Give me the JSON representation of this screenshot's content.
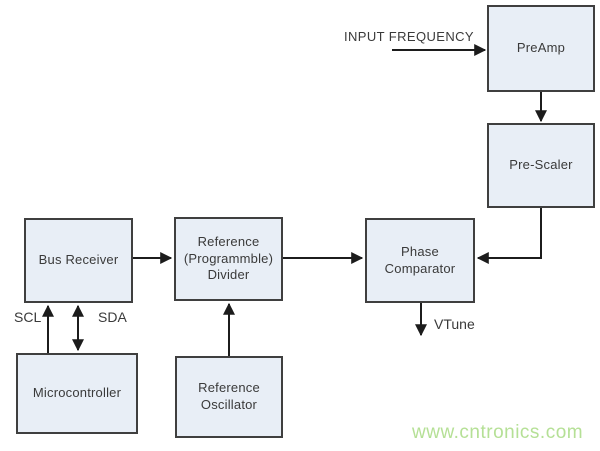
{
  "nodes": {
    "preamp": {
      "label": "PreAmp"
    },
    "prescaler": {
      "label": "Pre-Scaler"
    },
    "phase_comparator": {
      "label": "Phase\nComparator"
    },
    "reference_divider": {
      "label": "Reference\n(Programmble)\nDivider"
    },
    "bus_receiver": {
      "label": "Bus Receiver"
    },
    "microcontroller": {
      "label": "Microcontroller"
    },
    "reference_oscillator": {
      "label": "Reference\nOscillator"
    }
  },
  "labels": {
    "input_frequency": "INPUT FREQUENCY",
    "scl": "SCL",
    "sda": "SDA",
    "vtune": "VTune"
  },
  "watermark": {
    "text": "www.cntronics.com"
  },
  "colors": {
    "node_fill": "#e8eef6",
    "node_border": "#3f3f3f",
    "label_text": "#3a3a3a",
    "arrow": "#1c1c1c",
    "watermark": "#b5e096"
  }
}
